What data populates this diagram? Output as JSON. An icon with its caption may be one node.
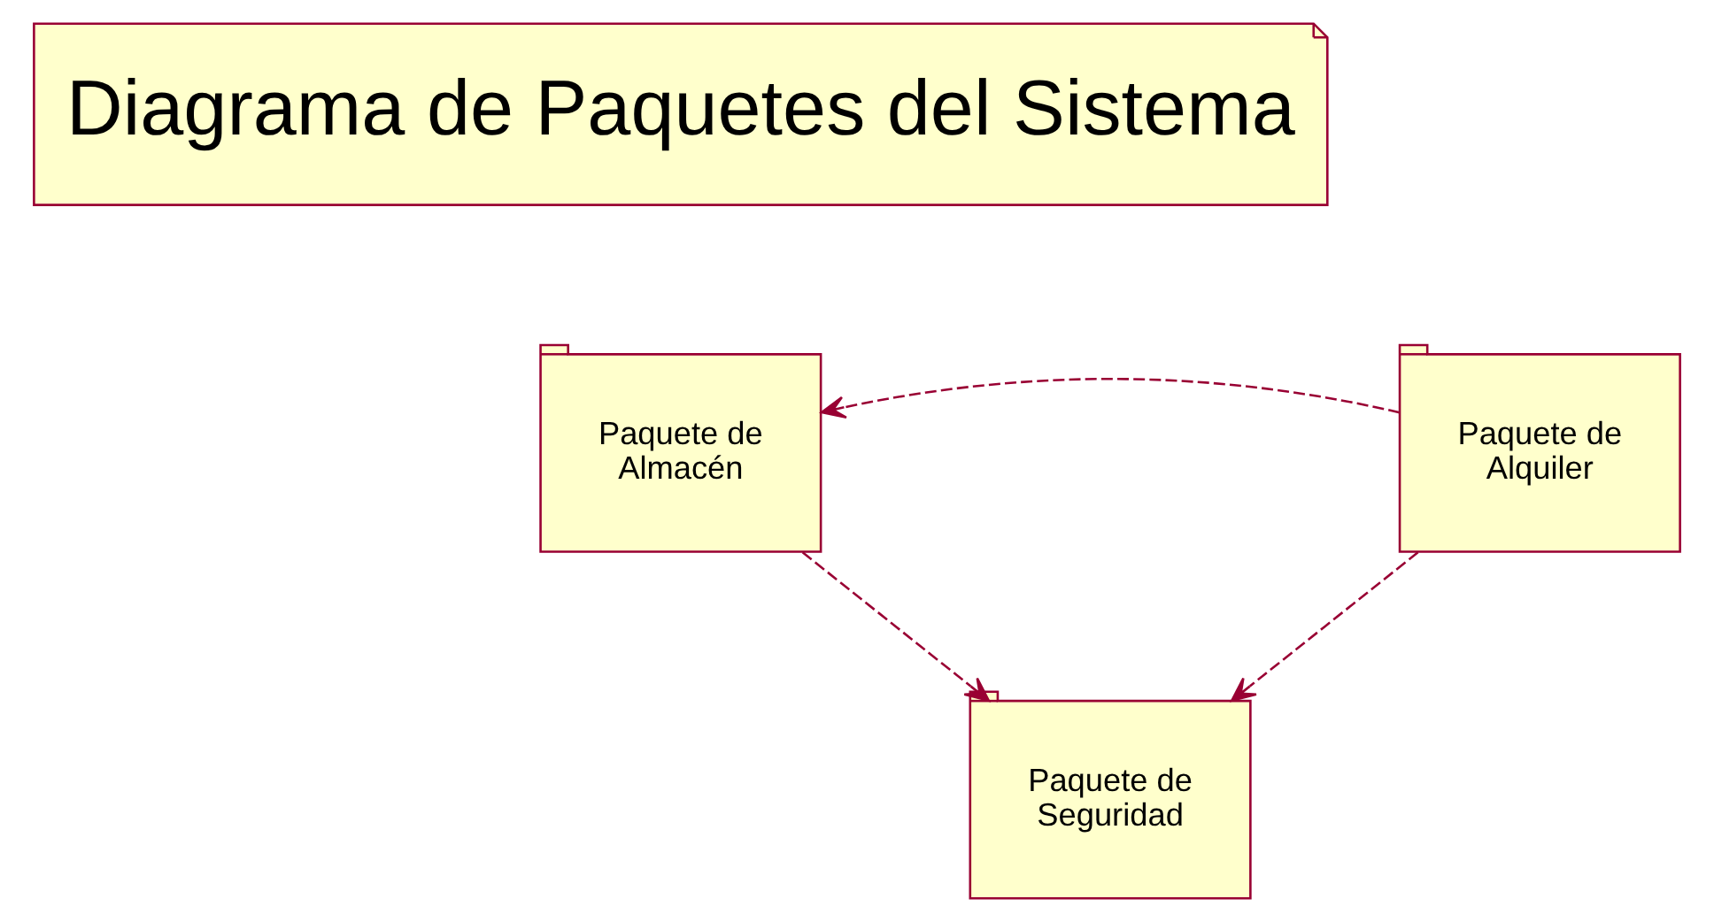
{
  "diagram": {
    "nodes": [
      {
        "text": [
          "Diagrama de Paquetes del Sistema"
        ]
      },
      {
        "text": [
          "Paquete de Almacén"
        ]
      },
      {
        "text": [
          "Paquete de Alquiler"
        ]
      },
      {
        "text": [
          "Paquete de Seguridad"
        ]
      }
    ],
    "edges": [
      {
        "from": 2,
        "to": 1,
        "arrow": "to",
        "style": "dashed"
      },
      {
        "from": 1,
        "to": 3,
        "arrow": "to",
        "style": "dashed"
      },
      {
        "from": 2,
        "to": 3,
        "arrow": "to",
        "style": "dashed"
      }
    ]
  }
}
